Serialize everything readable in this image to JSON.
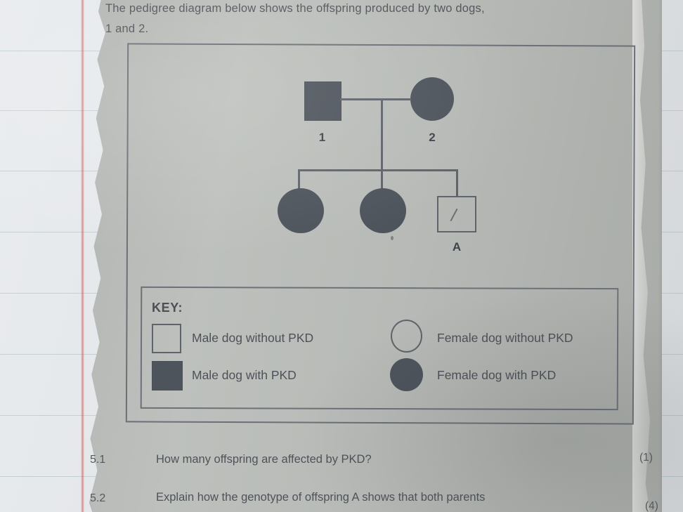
{
  "question_intro": {
    "line1": "The pedigree diagram below shows the offspring produced by two dogs,",
    "line2": "1 and 2."
  },
  "pedigree": {
    "parents": [
      {
        "id": "parent-1",
        "label": "1",
        "sex": "male",
        "symbol": "square",
        "affected": true
      },
      {
        "id": "parent-2",
        "label": "2",
        "sex": "female",
        "symbol": "circle",
        "affected": true
      }
    ],
    "offspring": [
      {
        "id": "offspring-1",
        "label": "",
        "sex": "female",
        "symbol": "circle",
        "affected": true
      },
      {
        "id": "offspring-2",
        "label": "",
        "sex": "female",
        "symbol": "circle",
        "affected": true
      },
      {
        "id": "offspring-a",
        "label": "A",
        "sex": "male",
        "symbol": "square",
        "affected": false
      }
    ]
  },
  "key": {
    "title": "KEY:",
    "entries": [
      {
        "symbol": "square-open",
        "label": "Male dog without PKD"
      },
      {
        "symbol": "circle-open",
        "label": "Female dog without PKD"
      },
      {
        "symbol": "square-filled",
        "label": "Male dog with PKD"
      },
      {
        "symbol": "circle-filled",
        "label": "Female dog with PKD"
      }
    ]
  },
  "questions": [
    {
      "number": "5.1",
      "text": "How many offspring are affected by PKD?",
      "marks": "(1)"
    },
    {
      "number": "5.2",
      "text": "Explain how the genotype of offspring A shows that both parents",
      "marks": "(4)"
    }
  ],
  "colors": {
    "ink": "#4f5358",
    "symbol_fill": "#4e545c",
    "symbol_stroke": "#5f646a",
    "sheet": "#b7bab6",
    "notebook": "#e4e7ea",
    "red_margin": "#cd5a5a"
  }
}
